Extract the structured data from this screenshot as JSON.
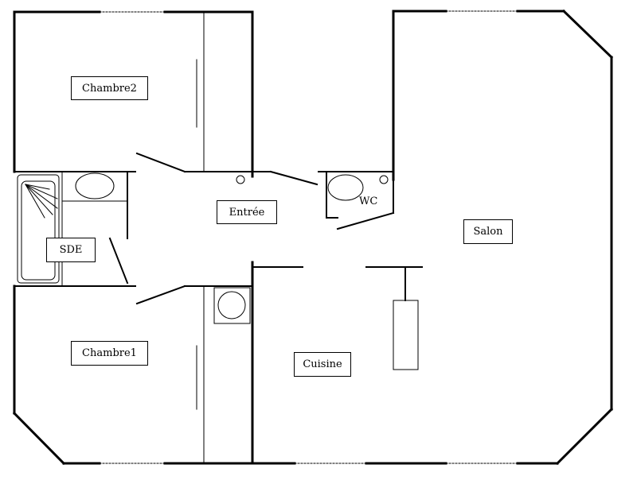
{
  "diagram": {
    "type": "floor-plan",
    "rooms": {
      "chambre2": "Chambre2",
      "chambre1": "Chambre1",
      "sde": "SDE",
      "entree": "Entrée",
      "wc": "WC",
      "salon": "Salon",
      "cuisine": "Cuisine"
    },
    "colors": {
      "wall": "#000000",
      "background": "#ffffff"
    }
  }
}
